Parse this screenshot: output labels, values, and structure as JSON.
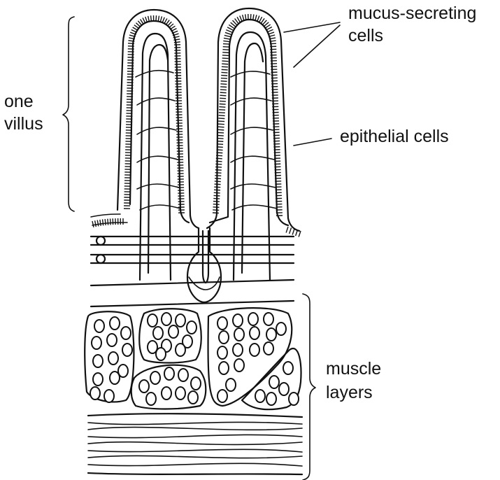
{
  "labels": {
    "one_villus": [
      "one",
      "villus"
    ],
    "mucus_secreting": [
      "mucus-secreting",
      "cells"
    ],
    "epithelial": "epithelial cells",
    "muscle": [
      "muscle",
      "layers"
    ]
  },
  "colors": {
    "ink": "#111111",
    "background": "#ffffff"
  }
}
